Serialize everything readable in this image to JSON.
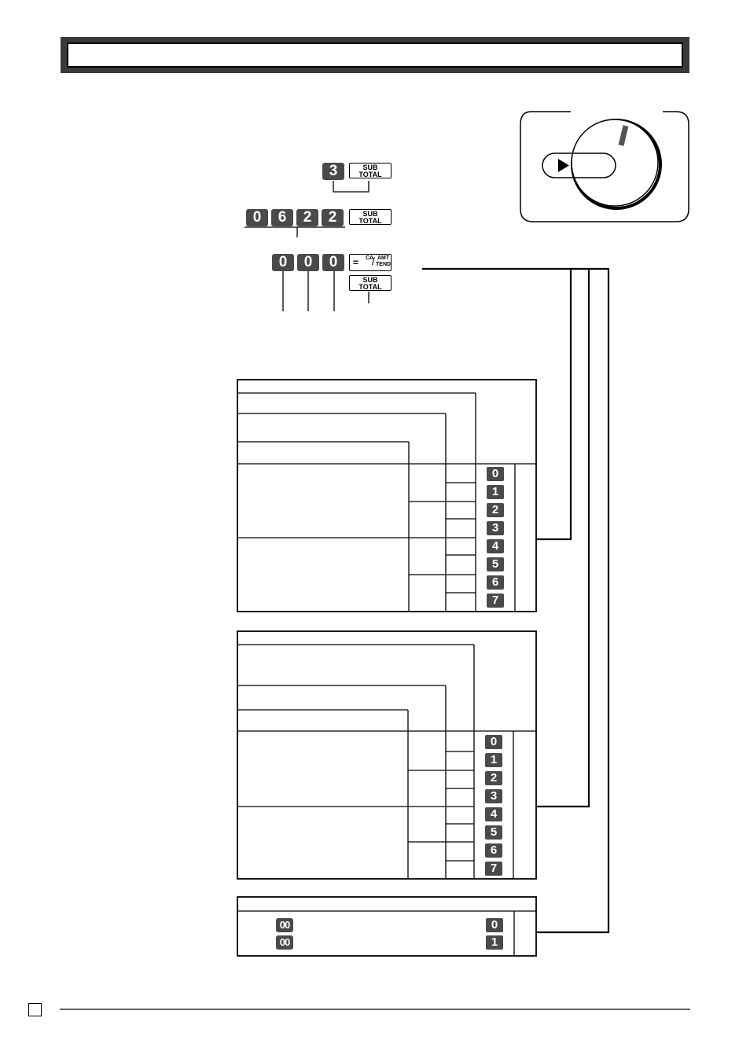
{
  "keys": {
    "subtotal_top": "SUB",
    "subtotal_bottom": "TOTAL",
    "ca_label": "CA",
    "amt_label": "AMT",
    "tend_label": "TEND",
    "equals_label": "=",
    "row1_digit": "3",
    "row2_digits": [
      "0",
      "6",
      "2",
      "2"
    ],
    "row3_digits": [
      "0",
      "0",
      "0"
    ],
    "double_zero": "00"
  },
  "table1": {
    "digit_keys": [
      "0",
      "1",
      "2",
      "3",
      "4",
      "5",
      "6",
      "7"
    ]
  },
  "table2": {
    "digit_keys": [
      "0",
      "1",
      "2",
      "3",
      "4",
      "5",
      "6",
      "7"
    ]
  },
  "table3": {
    "left_keys": [
      "00",
      "00"
    ],
    "right_keys": [
      "0",
      "1"
    ]
  },
  "mode_switch": {
    "pointer_icon": "triangle-pointer-icon"
  }
}
